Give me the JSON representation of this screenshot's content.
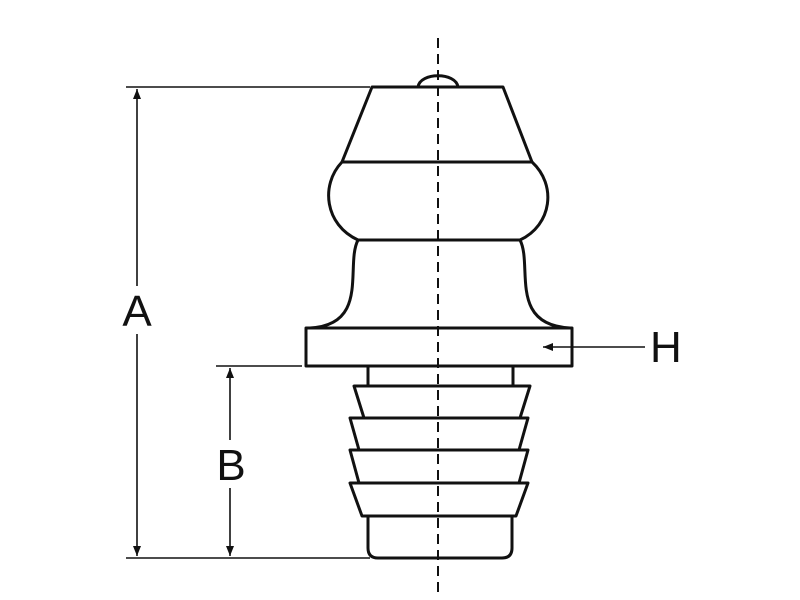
{
  "diagram": {
    "dimension_labels": {
      "a": "A",
      "b": "B",
      "h": "H"
    },
    "colors": {
      "line": "#111111",
      "background": "#ffffff"
    }
  }
}
